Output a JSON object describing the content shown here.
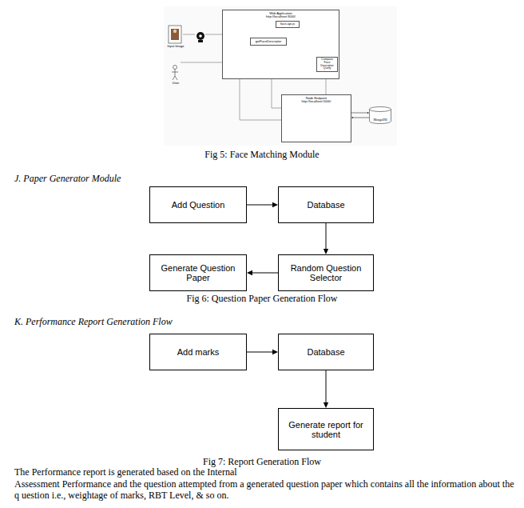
{
  "diagram": {
    "nodes": [
      {
        "text": [
          "Web Application",
          "http://localhost:3000/"
        ]
      },
      {
        "text": [
          "face-api.js"
        ],
        "in": 0
      },
      {
        "text": [
          "getFaceDescriptor"
        ],
        "in": 0
      },
      {
        "text": [
          "Compare Face Descriptor Query"
        ],
        "in": 0
      },
      {
        "text": [
          "Node Endpoint",
          "http://localhost:5000/"
        ]
      },
      {
        "text": [
          "MongoDB"
        ]
      },
      {
        "text": [
          "Add Question"
        ]
      },
      {
        "text": [
          "Database"
        ]
      },
      {
        "text": [
          "Random Question Selector"
        ]
      },
      {
        "text": [
          "Generate Question Paper"
        ]
      },
      {
        "text": [
          "Add marks"
        ]
      },
      {
        "text": [
          "Database"
        ]
      },
      {
        "text": [
          "Generate report for student"
        ]
      }
    ],
    "edges": [
      {
        "from": 1,
        "to": 2,
        "arrow": "both"
      },
      {
        "from": 4,
        "to": 5,
        "arrow": "to"
      },
      {
        "from": 5,
        "to": 4,
        "arrow": "to"
      },
      {
        "from": 6,
        "to": 7,
        "arrow": "to"
      },
      {
        "from": 7,
        "to": 8,
        "arrow": "to"
      },
      {
        "from": 8,
        "to": 9,
        "arrow": "to"
      },
      {
        "from": 10,
        "to": 11,
        "arrow": "to"
      },
      {
        "from": 11,
        "to": 12,
        "arrow": "to"
      }
    ],
    "labels": [
      "Input Image",
      "User",
      "Fig 5: Face Matching Module",
      "J. Paper Generator Module",
      "Fig 6: Question Paper Generation Flow",
      "K. Performance Report Generation Flow",
      "Fig 7: Report Generation Flow",
      "The Performance report is generated based on the Internal",
      "Assessment Performance and the question attempted from a generated question paper which contains all the information about the q uestion i.e., weightage of marks, RBT Level, & so on."
    ]
  }
}
